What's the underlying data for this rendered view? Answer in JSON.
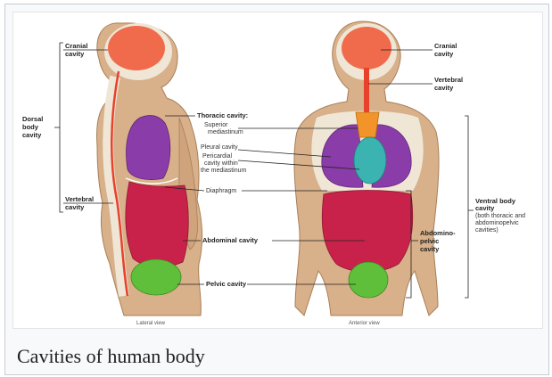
{
  "caption": "Cavities of human body",
  "labels": {
    "cranial_left": [
      "Cranial",
      "cavity"
    ],
    "dorsal": [
      "Dorsal",
      "body",
      "cavity"
    ],
    "vertebral_left": [
      "Vertebral",
      "cavity"
    ],
    "thoracic_title": "Thoracic cavity:",
    "superior": [
      "Superior",
      "mediastinum"
    ],
    "pleural": "Pleural cavity",
    "pericardial": [
      "Pericardial",
      "cavity within",
      "the mediastinum"
    ],
    "diaphragm": "Diaphragm",
    "abdominal": "Abdominal cavity",
    "pelvic": "Pelvic cavity",
    "cranial_right": [
      "Cranial",
      "cavity"
    ],
    "vertebral_right": [
      "Vertebral",
      "cavity"
    ],
    "ventral": [
      "Ventral body",
      "cavity",
      "(both thoracic and",
      "abdominopelvic",
      "cavities)"
    ],
    "abdominopelvic": [
      "Abdomino-",
      "pelvic",
      "cavity"
    ],
    "lateral_view": "Lateral view",
    "anterior_view": "Anterior view"
  },
  "colors": {
    "skin": "#d8b08a",
    "skin_edge": "#a87f58",
    "bone": "#efe6d6",
    "cranial": "#f06a4c",
    "vertebral": "#e8412c",
    "thoracic": "#8a3da8",
    "abdominal": "#c8224a",
    "pelvic": "#5fbf3a",
    "pericardial": "#3bb3b0",
    "mediastinum": "#f3942a"
  }
}
